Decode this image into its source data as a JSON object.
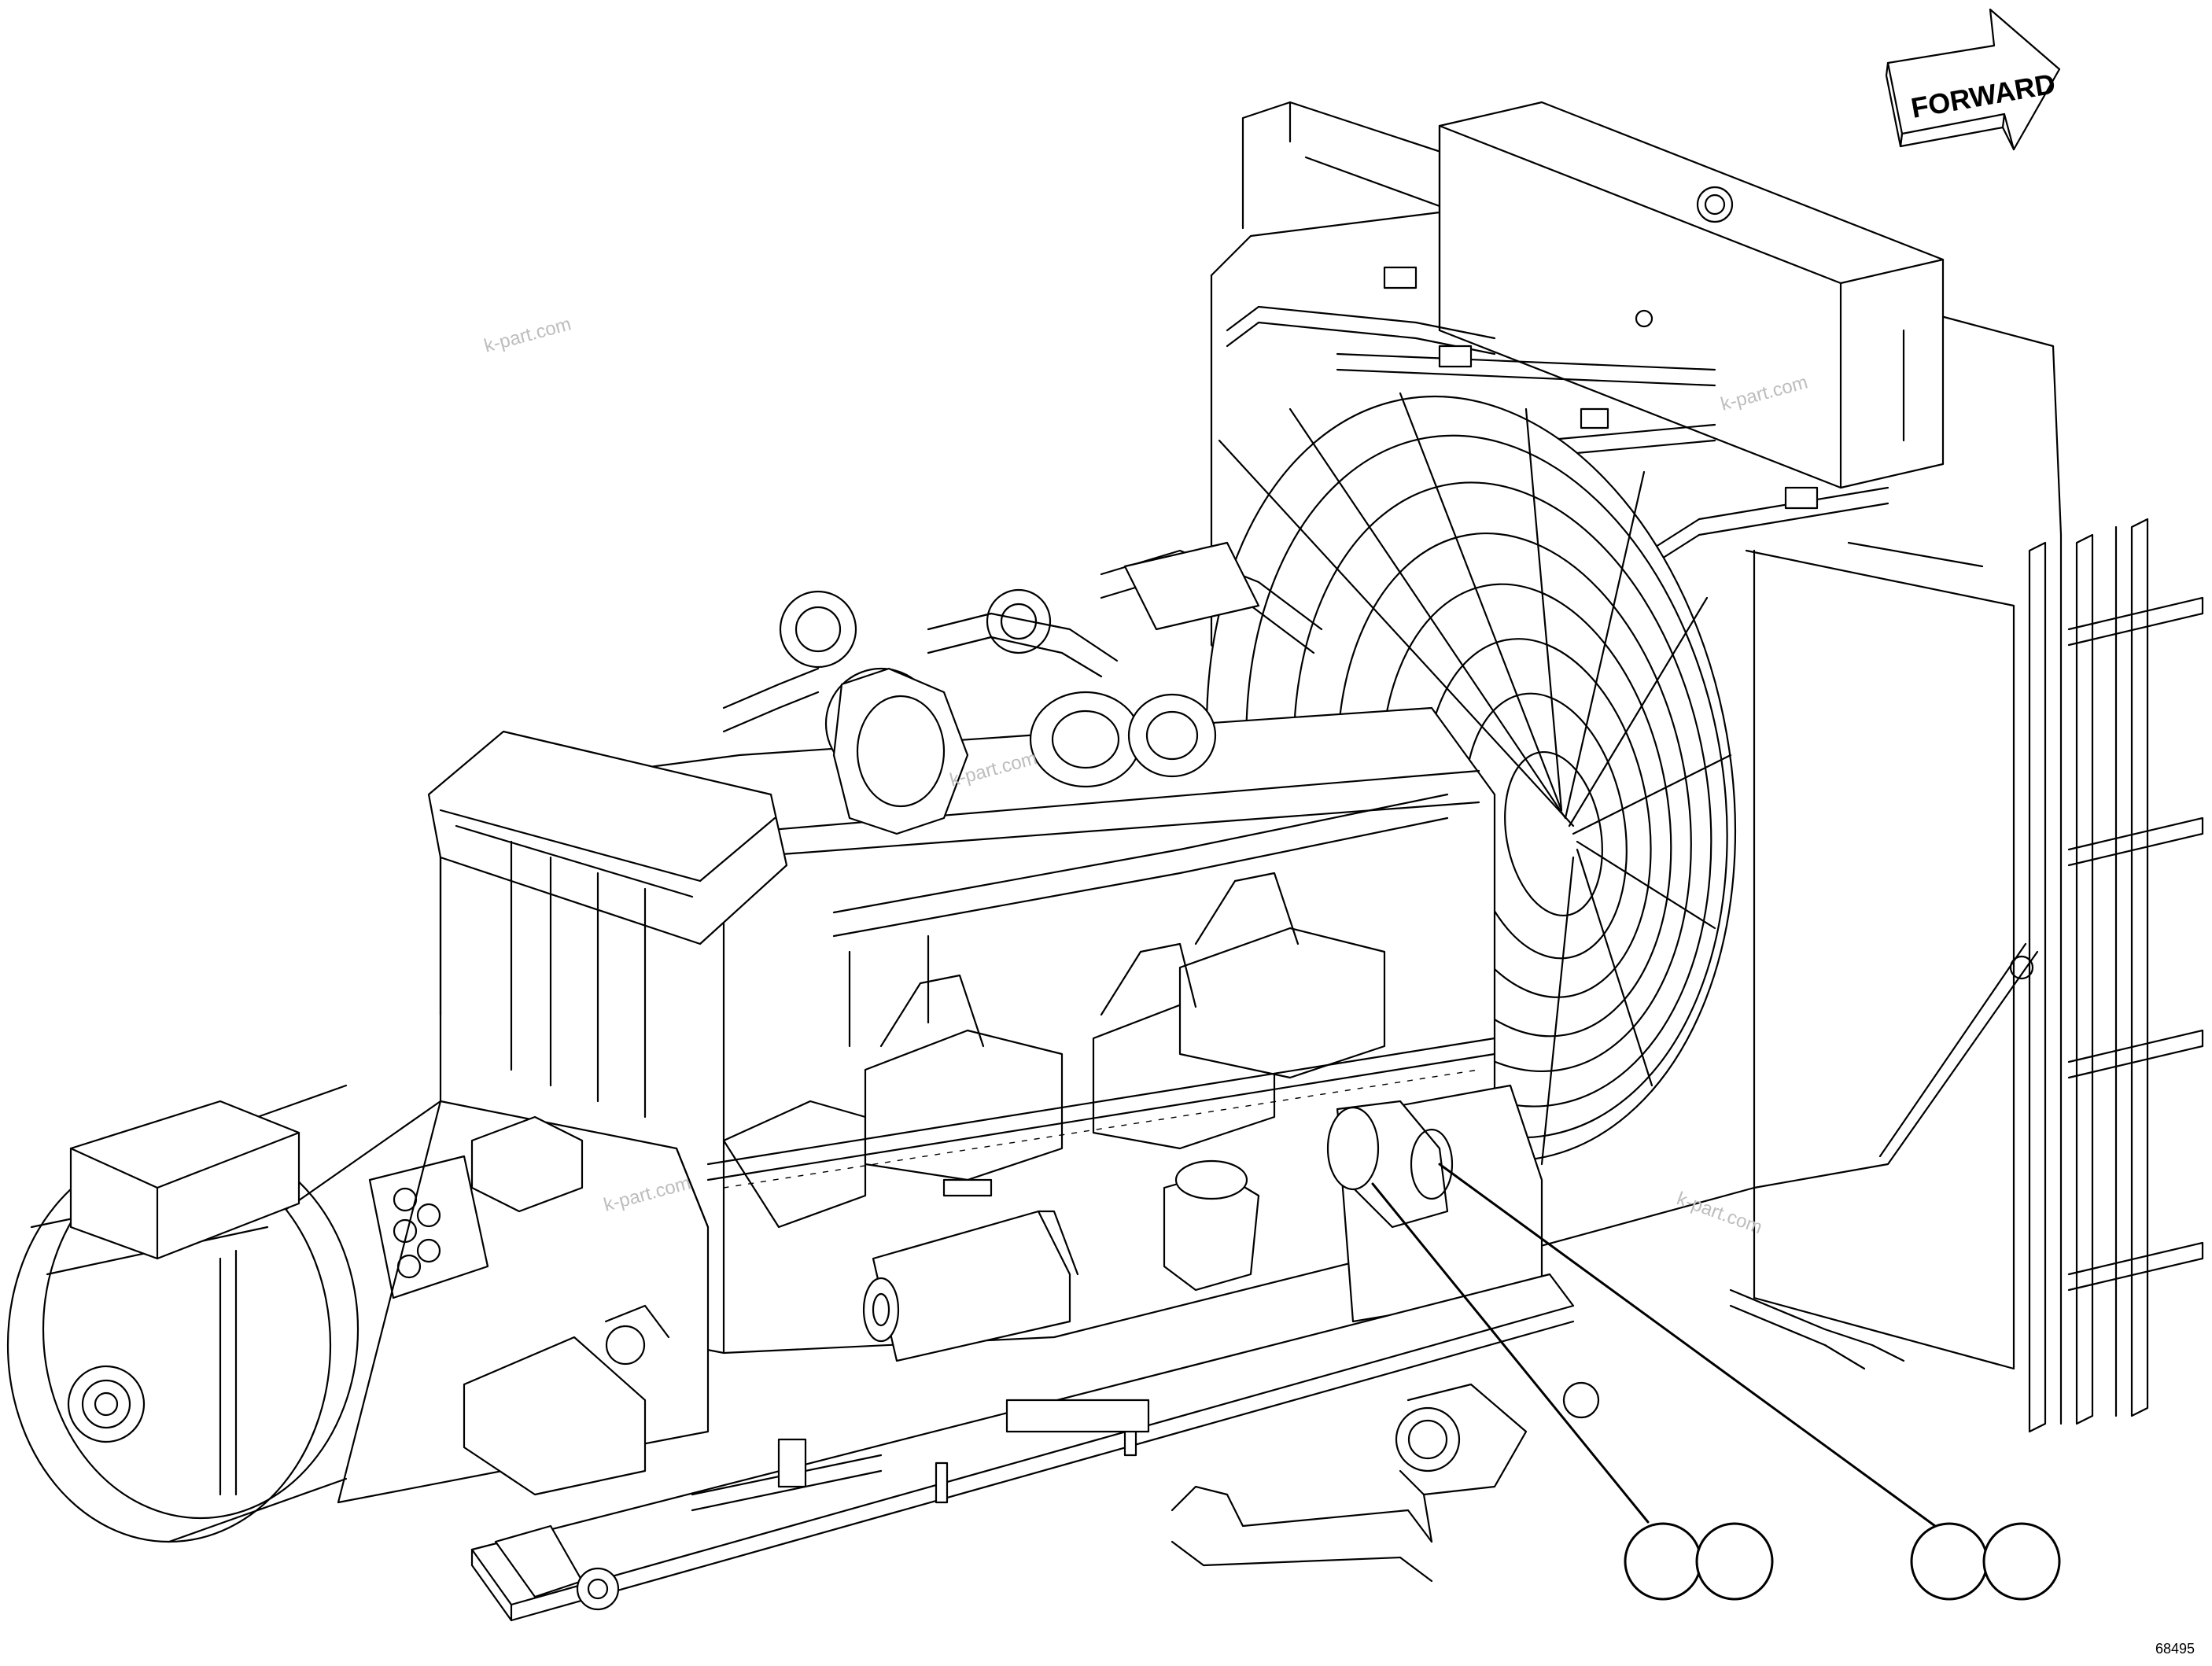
{
  "diagram": {
    "direction_label": "FORWARD",
    "watermarks": [
      "k-part.com",
      "k-part.com",
      "k-part.com",
      "k-part.com",
      "k-part.com"
    ],
    "figure_code": "68495",
    "callouts": [
      {
        "id": "callout-a",
        "label": "",
        "bubbles": 2
      },
      {
        "id": "callout-b",
        "label": "",
        "bubbles": 2
      }
    ],
    "colors": {
      "line": "#000000",
      "watermark": "#bdbdbd",
      "background": "#ffffff"
    }
  }
}
